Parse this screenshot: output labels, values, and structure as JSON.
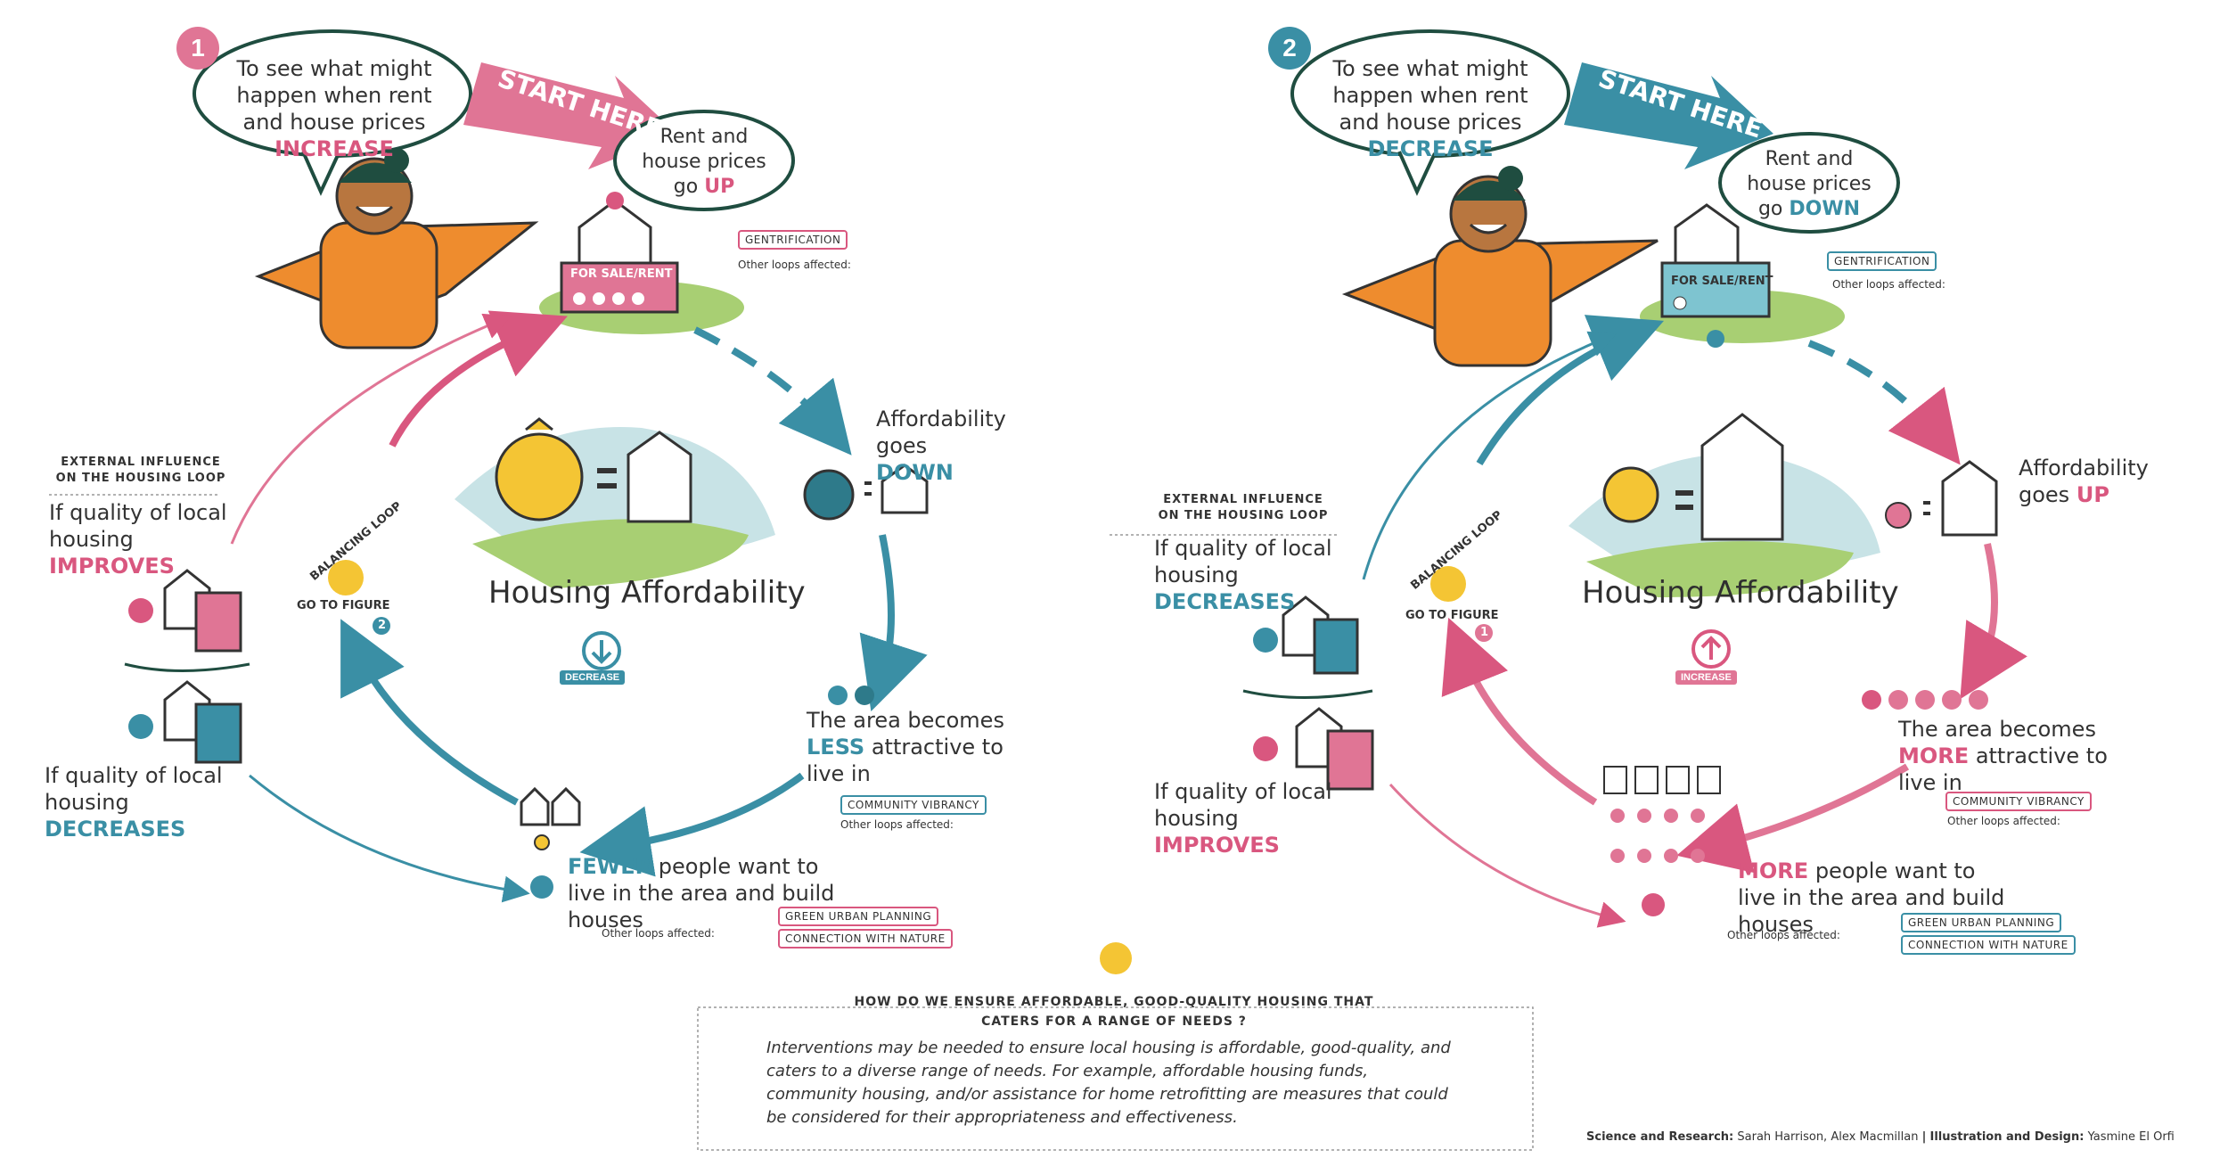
{
  "panel1": {
    "number": "1",
    "bubble": {
      "pre": "To see what might happen when rent and house prices",
      "key": "INCREASE"
    },
    "start": "START HERE",
    "prices": {
      "pre": "Rent and house prices go",
      "key": "UP"
    },
    "sign": "FOR SALE/RENT",
    "gentrification": "GENTRIFICATION",
    "other_loops": "Other loops affected:",
    "affordability": {
      "pre": "Affordability goes",
      "key": "DOWN"
    },
    "title": "Housing Affordability",
    "status_badge": "DECREASE",
    "area": {
      "pre": "The area becomes",
      "key": "LESS",
      "post": "attractive to live in"
    },
    "community": "COMMUNITY VIBRANCY",
    "people": {
      "key": "FEWER",
      "post": "people want to live in the area and build houses"
    },
    "green_planning": "GREEN URBAN PLANNING",
    "nature": "CONNECTION WITH NATURE",
    "external": "EXTERNAL INFLUENCE ON THE HOUSING LOOP",
    "quality_top": {
      "pre": "If quality of local housing",
      "key": "IMPROVES"
    },
    "quality_bottom": {
      "pre": "If quality of local housing",
      "key": "DECREASES"
    },
    "balancing": "BALANCING LOOP",
    "goto": "GO TO FIGURE",
    "goto_num": "2"
  },
  "panel2": {
    "number": "2",
    "bubble": {
      "pre": "To see what might happen when rent and house prices",
      "key": "DECREASE"
    },
    "start": "START HERE",
    "prices": {
      "pre": "Rent and house prices go",
      "key": "DOWN"
    },
    "sign": "FOR SALE/RENT",
    "gentrification": "GENTRIFICATION",
    "other_loops": "Other loops affected:",
    "affordability": {
      "pre": "Affordability goes",
      "key": "UP"
    },
    "title": "Housing Affordability",
    "status_badge": "INCREASE",
    "area": {
      "pre": "The area becomes",
      "key": "MORE",
      "post": "attractive to live in"
    },
    "community": "COMMUNITY VIBRANCY",
    "people": {
      "key": "MORE",
      "post": "people want to live in the area and build houses"
    },
    "green_planning": "GREEN URBAN PLANNING",
    "nature": "CONNECTION WITH NATURE",
    "external": "EXTERNAL INFLUENCE ON THE HOUSING LOOP",
    "quality_top": {
      "pre": "If quality of local housing",
      "key": "DECREASES"
    },
    "quality_bottom": {
      "pre": "If quality of local housing",
      "key": "IMPROVES"
    },
    "balancing": "BALANCING LOOP",
    "goto": "GO TO FIGURE",
    "goto_num": "1"
  },
  "footer": {
    "question": "HOW DO WE ENSURE AFFORDABLE, GOOD-QUALITY HOUSING THAT CATERS FOR A RANGE OF NEEDS ?",
    "body": "Interventions may be needed to ensure local housing is affordable, good-quality, and caters to a diverse range of needs. For example, affordable housing funds, community housing, and/or assistance for home retrofitting are measures that could be considered for their appropriateness and effectiveness.",
    "credit_label1": "Science and Research:",
    "credit_names1": "Sarah Harrison, Alex Macmillan",
    "credit_sep": "|",
    "credit_label2": "Illustration and Design:",
    "credit_names2": "Yasmine El Orfi"
  },
  "colors": {
    "pink": "#d9577f",
    "blue": "#3a8fa5",
    "orange": "#ee8c2e",
    "green": "#a8cf73",
    "yellow": "#f4c534"
  }
}
